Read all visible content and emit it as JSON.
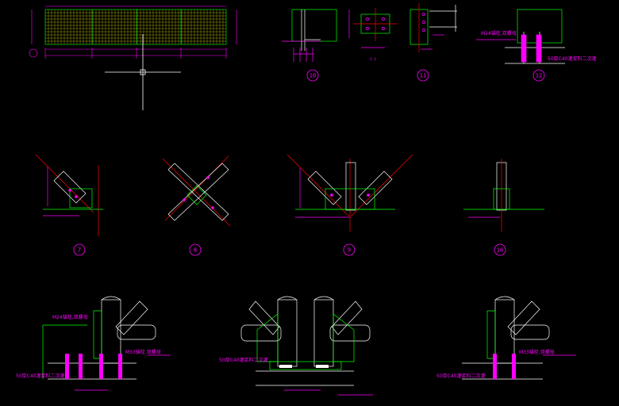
{
  "colors": {
    "background": "#000000",
    "member": "#ffffff",
    "plate": "#00ff00",
    "centerline": "#ff0000",
    "dimension": "#ff00ff",
    "hidden": "#ffff00"
  },
  "details": {
    "d7": {
      "number": "7"
    },
    "d8": {
      "number": "8"
    },
    "d9": {
      "number": "9"
    },
    "d10": {
      "number": "10"
    },
    "d11": {
      "number": "11"
    },
    "d12": {
      "number": "12"
    },
    "d16": {
      "number": "16"
    }
  },
  "notes": {
    "bolt_m24_a": "M24锚栓,双螺母",
    "bolt_m24_b": "M24锚栓,双螺母",
    "bolt_m33_a": "M33锚栓,双螺母",
    "bolt_m33_b": "M33锚栓,双螺母",
    "grout_12": "50厚C40灌浆料二次灌",
    "grout_left": "50厚C40灌浆料二次灌",
    "grout_mid": "50厚C40灌浆料二次灌",
    "grout_right": "50厚C40灌浆料二次灌",
    "section_11": "1-1"
  }
}
